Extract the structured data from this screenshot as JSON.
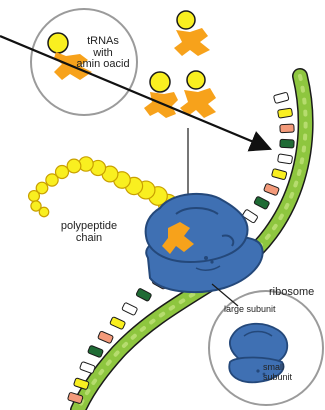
{
  "labels": {
    "trna": [
      "tRNAs",
      "with",
      "amin oacid"
    ],
    "polypeptide": [
      "polypeptide",
      "chain"
    ],
    "ribosome": "ribosome",
    "large_subunit": "large subunit",
    "small_subunit": [
      "small",
      "subunit"
    ]
  },
  "colors": {
    "trna_orange": "#f7a21b",
    "amino_yellow": "#f9ef20",
    "ribosome_blue": "#3f70b3",
    "ribosome_dark": "#24487a",
    "mrna_green": "#8ec63f",
    "outline": "#1a1a1a"
  }
}
